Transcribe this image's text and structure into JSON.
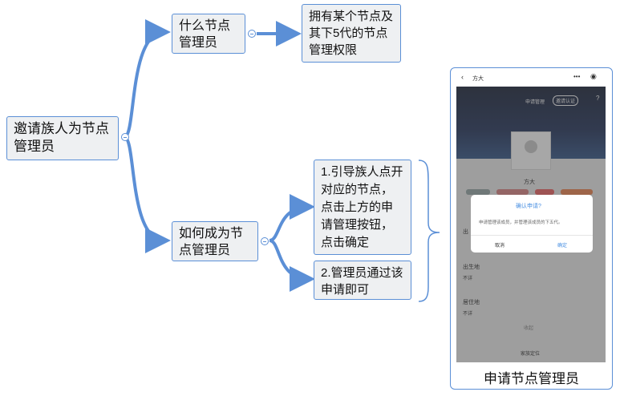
{
  "root": {
    "text": "邀请族人为节点管理员"
  },
  "branch1": {
    "text": "什么节点管理员",
    "child": "拥有某个节点及其下5代的节点管理权限"
  },
  "branch2": {
    "text": "如何成为节点管理员",
    "step1": "1.引导族人点开对应的节点，点击上方的申请管理按钮，点击确定",
    "step2": "2.管理员通过该申请即可"
  },
  "phone": {
    "back_icon": "chevron-left-icon",
    "title": "方大",
    "menu_icon": "more-dots-icon",
    "record_icon": "target-icon",
    "apply_manage": "申请管理",
    "invite_auth": "邀请认证",
    "help_icon": "question-icon",
    "name": "方大",
    "tags": [
      "",
      "",
      "",
      ""
    ],
    "field_birth_time_label": "出",
    "field_birthplace_label": "出生地",
    "field_birthplace_value": "不详",
    "field_residence_label": "居住地",
    "field_residence_value": "不详",
    "collapse": "收起",
    "bottom_action": "家族定位",
    "dialog": {
      "title": "确认申请?",
      "message": "申请管理该成员，并管理该成员的下五代。",
      "cancel": "取消",
      "confirm": "确定"
    }
  },
  "caption": "申请节点管理员",
  "colors": {
    "link": "#5b8fd6",
    "node_bg": "#eef0f2",
    "dialog_accent": "#4a90e2"
  }
}
